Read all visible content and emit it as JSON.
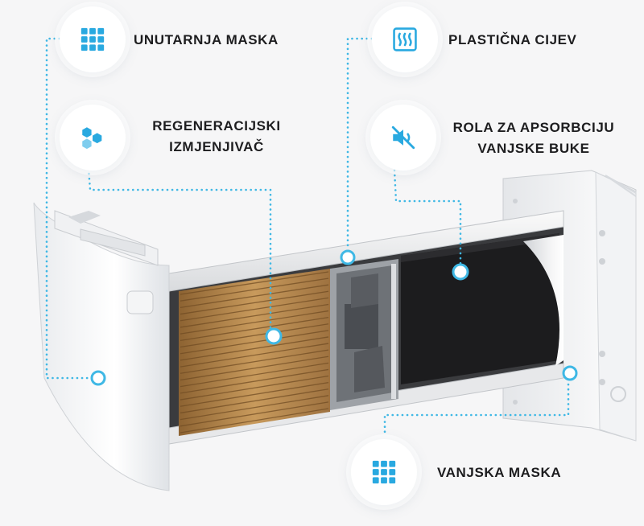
{
  "callouts": {
    "inner_mask": "UNUTARNJA MASKA",
    "regenerative_exchanger": [
      "REGENERACIJSKI",
      "IZMJENJIVAČ"
    ],
    "plastic_pipe": "PLASTIČNA CIJEV",
    "noise_roll": [
      "ROLA ZA APSORBCIJU",
      "VANJSKE BUKE"
    ],
    "outer_mask": "VANJSKA MASKA"
  },
  "icons": {
    "inner_mask": "grid-icon",
    "regenerative_exchanger": "honeycomb-icon",
    "plastic_pipe": "heat-waves-icon",
    "noise_roll": "mute-speaker-icon",
    "outer_mask": "grid-icon"
  },
  "colors": {
    "accent": "#29a9e0",
    "marker": "#3fb8e5",
    "exchanger": "#b98a4f",
    "absorber": "#1c1c1e"
  }
}
